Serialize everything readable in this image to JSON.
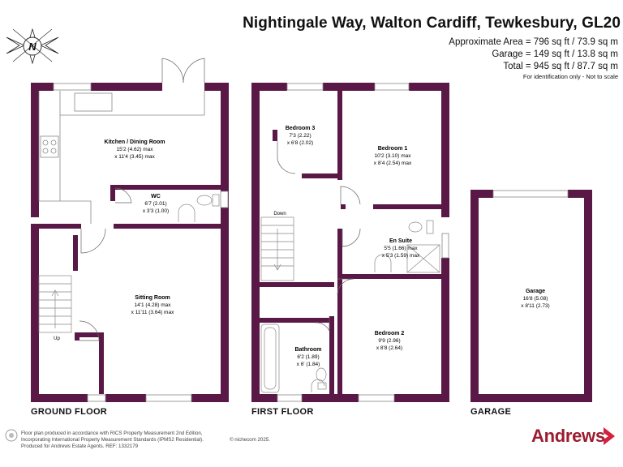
{
  "header": {
    "title": "Nightingale Way, Walton Cardiff, Tewkesbury, GL20",
    "area_line": "Approximate Area = 796 sq ft / 73.9 sq m",
    "garage_line": "Garage = 149 sq ft / 13.8 sq m",
    "total_line": "Total = 945 sq ft / 87.7 sq m",
    "note": "For identification only - Not to scale"
  },
  "compass": {
    "letter": "N",
    "icon": "north-arrow-icon"
  },
  "floors": {
    "ground": "GROUND FLOOR",
    "first": "FIRST FLOOR",
    "garage": "GARAGE"
  },
  "rooms": {
    "kitchen": {
      "name": "Kitchen / Dining Room",
      "dim1": "15'2 (4.62) max",
      "dim2": "x 11'4 (3.45) max"
    },
    "wc": {
      "name": "WC",
      "dim1": "6'7 (2.01)",
      "dim2": "x 3'3 (1.00)"
    },
    "sitting": {
      "name": "Sitting Room",
      "dim1": "14'1 (4.28) max",
      "dim2": "x 11'11 (3.64) max"
    },
    "bedroom3": {
      "name": "Bedroom 3",
      "dim1": "7'3 (2.22)",
      "dim2": "x 6'8 (2.02)"
    },
    "bedroom1": {
      "name": "Bedroom 1",
      "dim1": "10'2 (3.10) max",
      "dim2": "x 8'4 (2.54) max"
    },
    "ensuite": {
      "name": "En Suite",
      "dim1": "5'5 (1.66) max",
      "dim2": "x 5'3 (1.59) max"
    },
    "bedroom2": {
      "name": "Bedroom 2",
      "dim1": "9'9 (2.96)",
      "dim2": "x 8'8 (2.64)"
    },
    "bathroom": {
      "name": "Bathroom",
      "dim1": "6'2 (1.89)",
      "dim2": "x 6' (1.84)"
    },
    "garage": {
      "name": "Garage",
      "dim1": "16'8 (5.08)",
      "dim2": "x 8'11 (2.73)"
    }
  },
  "labels": {
    "up": "Up",
    "down": "Down"
  },
  "footer": {
    "line1": "Floor plan produced in accordance with RICS Property Measurement 2nd Edition,",
    "line2": "Incorporating International Property Measurement Standards (IPMS2 Residential).",
    "copyright": "© nichecom 2025.",
    "line3": "Produced for Andrews Estate Agents.   REF: 1332179"
  },
  "brand": {
    "name": "Andrews",
    "color": "#9b1b30"
  },
  "colors": {
    "wall": "#5a1846",
    "fixture": "#888888"
  }
}
